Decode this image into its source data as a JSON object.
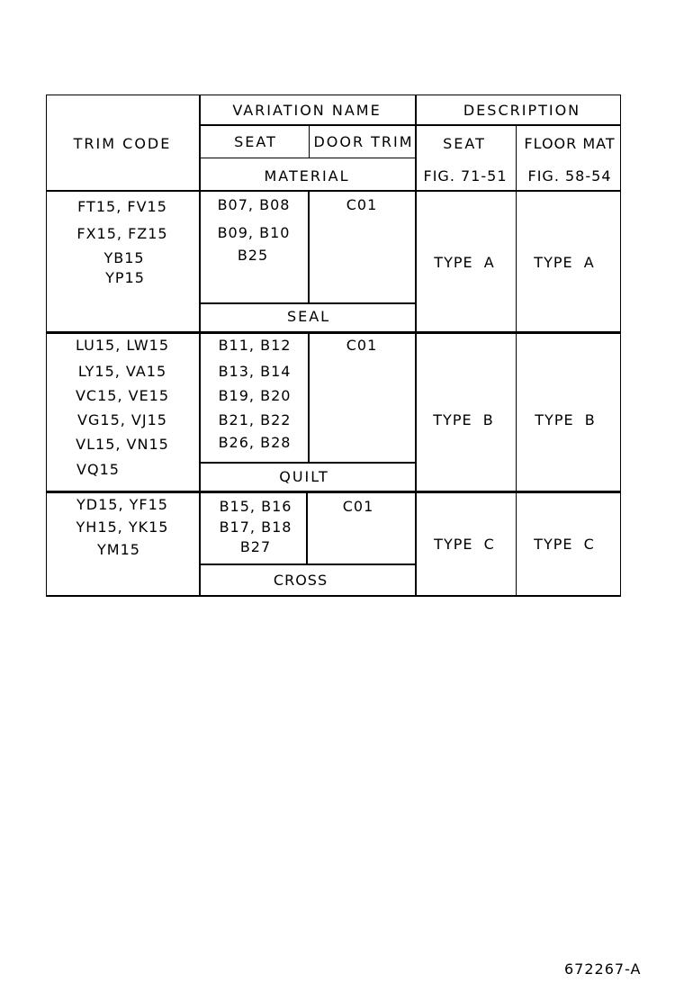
{
  "header": {
    "trim_code": "TRIM CODE",
    "variation_name": "VARIATION NAME",
    "description": "DESCRIPTION",
    "seat": "SEAT",
    "door_trim": "DOOR TRIM",
    "material": "MATERIAL",
    "desc_seat": "SEAT",
    "floor_mat": "FLOOR MAT",
    "fig_seat": "FIG. 71-51",
    "fig_floor": "FIG. 58-54"
  },
  "rows": [
    {
      "trim_codes": [
        "FT15, FV15",
        "FX15, FZ15",
        "YB15",
        "YP15"
      ],
      "seat_codes": [
        "B07, B08",
        "B09, B10",
        "B25"
      ],
      "door_trim": "C01",
      "material": "SEAL",
      "seat_type": "TYPE  A",
      "floor_type": "TYPE  A"
    },
    {
      "trim_codes": [
        "LU15, LW15",
        "LY15, VA15",
        "VC15, VE15",
        "VG15, VJ15",
        "VL15, VN15",
        "VQ15"
      ],
      "seat_codes": [
        "B11, B12",
        "B13, B14",
        "B19, B20",
        "B21, B22",
        "B26, B28"
      ],
      "door_trim": "C01",
      "material": "QUILT",
      "seat_type": "TYPE  B",
      "floor_type": "TYPE  B"
    },
    {
      "trim_codes": [
        "YD15, YF15",
        "YH15, YK15",
        "YM15"
      ],
      "seat_codes": [
        "B15, B16",
        "B17, B18",
        "B27"
      ],
      "door_trim": "C01",
      "material": "CROSS",
      "seat_type": "TYPE  C",
      "floor_type": "TYPE  C"
    }
  ],
  "figure_id": "672267-A"
}
